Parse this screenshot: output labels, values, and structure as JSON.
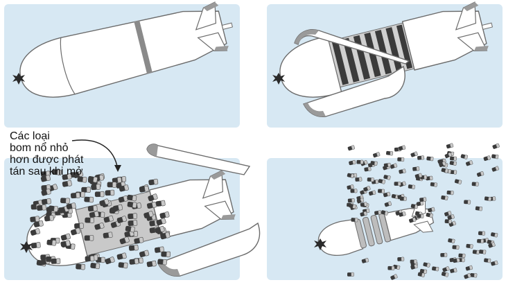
{
  "caption": {
    "lines": [
      "Các loại",
      "bom nổ nhỏ",
      "hơn được phát",
      "tán sau khi mở"
    ]
  },
  "colors": {
    "panel_background": "#d7e8f3",
    "bomb_body": "#ffffff",
    "bomb_outline": "#6b6b6b",
    "band": "#8a8a8a",
    "bomblet_dark": "#3b3b3b",
    "bomblet_light": "#c9c9c9",
    "detonator": "#2a2a2a"
  },
  "panels": [
    {
      "id": "stage-1",
      "description_label": ""
    },
    {
      "id": "stage-2",
      "description_label": ""
    },
    {
      "id": "stage-3",
      "description_label": ""
    },
    {
      "id": "stage-4",
      "description_label": ""
    }
  ]
}
